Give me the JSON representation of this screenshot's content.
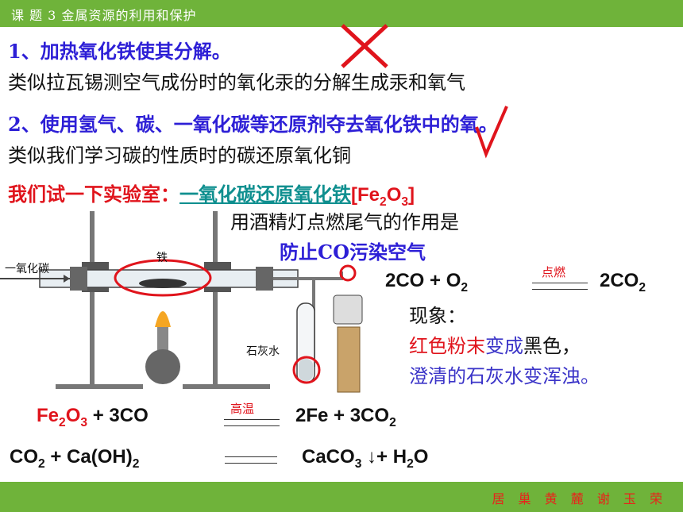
{
  "header": {
    "title": "课  题  3  金属资源的利用和保护"
  },
  "footer": {
    "credits": "居 巢  黄 麓  谢 玉 荣"
  },
  "method1": {
    "title": "1、加热氧化铁使其分解。",
    "note": "类似拉瓦锡测空气成份时的氧化汞的分解生成汞和氧气"
  },
  "method2": {
    "title": "2、使用氢气、碳、一氧化碳等还原剂夺去氧化铁中的氧。",
    "note": "类似我们学习碳的性质时的碳还原氧化铜"
  },
  "experiment": {
    "prefix": "我们试一下实验室：",
    "link": "一氧化碳还原氧化铁",
    "formula_open": "[Fe",
    "formula_sub2": "2",
    "formula_o": "O",
    "formula_sub3": "3",
    "formula_close": "]"
  },
  "tail_gas": {
    "question": "用酒精灯点燃尾气的作用是",
    "answer": "防止CO污染空气"
  },
  "reaction_co": {
    "left": "2CO  +  O",
    "left_sub": "2",
    "condition": "点燃",
    "right": "2CO",
    "right_sub": "2"
  },
  "phenomena": {
    "label": "现象：",
    "line1_a": "红色粉末",
    "line1_b": "变成",
    "line1_c": "黑色，",
    "line2": "澄清的石灰水变浑浊。"
  },
  "apparatus": {
    "gas_label": "一氧化碳",
    "iron_label": "铁",
    "limewater_label": "石灰水"
  },
  "reaction_main": {
    "fe": "Fe",
    "sub2": "2",
    "o": "O",
    "sub3": "3",
    "rest_left": "  +  3CO",
    "condition": "高温",
    "right": "2Fe  +  3CO",
    "right_sub": "2"
  },
  "reaction_lime": {
    "left_a": "CO",
    "left_sub": "2",
    "left_b": "  +  Ca(OH)",
    "left_sub2": "2",
    "right_a": "CaCO",
    "right_sub": "3",
    "right_b": " ↓+  H",
    "right_sub2": "2",
    "right_c": "O"
  },
  "colors": {
    "bar": "#6fb33a",
    "blue": "#2d1fd6",
    "red": "#e0141c",
    "teal": "#0f8f8f",
    "phenomena_blue": "#3b34c8"
  }
}
